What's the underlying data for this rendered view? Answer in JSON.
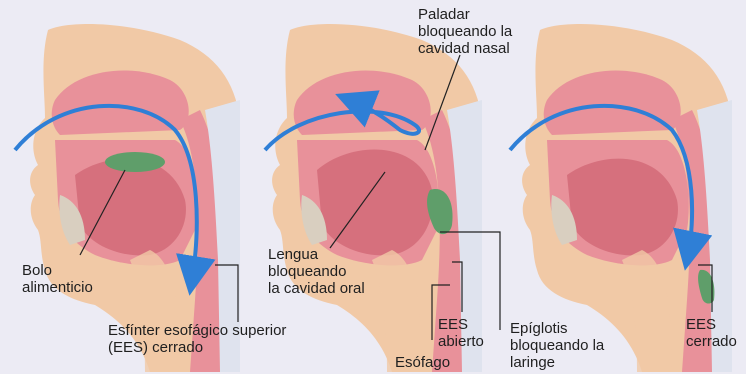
{
  "labels": {
    "bolus": "Bolo\nalimenticio",
    "ues_closed_left": "Esfínter esofágico superior\n(EES) cerrado",
    "palate": "Paladar\nbloqueando la\ncavidad nasal",
    "tongue": "Lengua\nbloqueando\nla cavidad oral",
    "ues_open": "EES\nabierto",
    "esophagus": "Esófago",
    "epiglottis": "Epíglotis\nbloqueando la\nlaringe",
    "ues_closed_right": "EES\ncerrado"
  },
  "colors": {
    "background": "#ecebf4",
    "skin": "#f1c9a6",
    "tissue": "#e8919a",
    "tissue_dark": "#d6707d",
    "cavity": "#f6c4c8",
    "bone": "#d9cfc0",
    "bolus": "#5f9e6a",
    "arrow": "#2f7fd6",
    "vertebra": "#dfe3ee"
  }
}
